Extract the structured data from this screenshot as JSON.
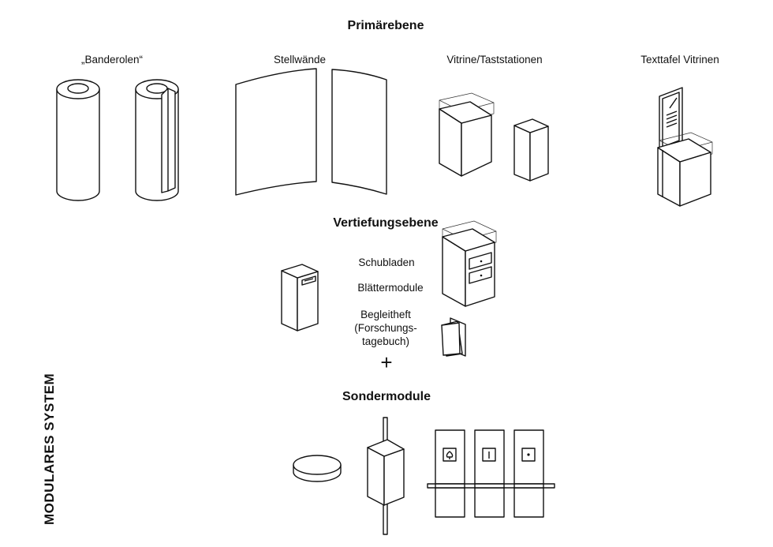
{
  "headings": {
    "primary": "Primärebene",
    "deepening": "Vertiefungsebene",
    "special": "Sondermodule"
  },
  "primary_items": {
    "banderolen": "„Banderolen“",
    "stellwaende": "Stellwände",
    "vitrine": "Vitrine/Taststationen",
    "texttafel": "Texttafel Vitrinen"
  },
  "deepening_items": {
    "schubladen": "Schubladen",
    "blaettermodule": "Blättermodule",
    "begleitheft_line1": "Begleitheft",
    "begleitheft_line2": "(Forschungs-",
    "begleitheft_line3": "tagebuch)",
    "plus": "+"
  },
  "side_title": "MODULARES SYSTEM",
  "icons": [
    "round-disc-icon",
    "pole-box-icon",
    "tree-icon",
    "line-icon",
    "dot-icon"
  ]
}
